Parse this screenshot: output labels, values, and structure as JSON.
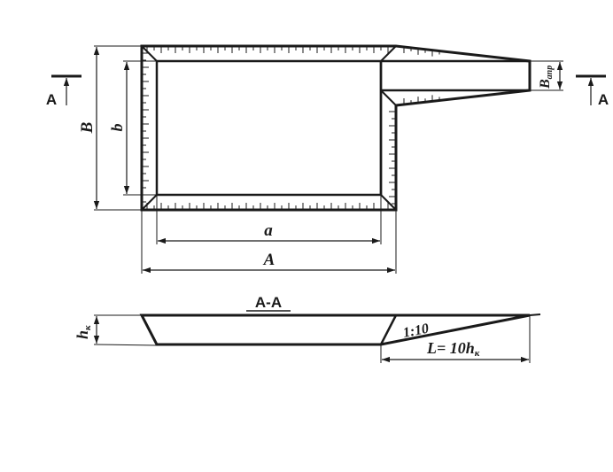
{
  "plan": {
    "dim_outer_length": "A",
    "dim_inner_length": "a",
    "dim_outer_width": "B",
    "dim_inner_width": "b",
    "dim_ramp_width_main": "B",
    "dim_ramp_width_sub": "апр",
    "section_mark_left": "A",
    "section_mark_right": "A"
  },
  "section": {
    "title": "A-A",
    "depth_main": "h",
    "depth_sub": "к",
    "slope": "1:10",
    "ramp_length_main": "L= 10h",
    "ramp_length_sub": "к"
  }
}
